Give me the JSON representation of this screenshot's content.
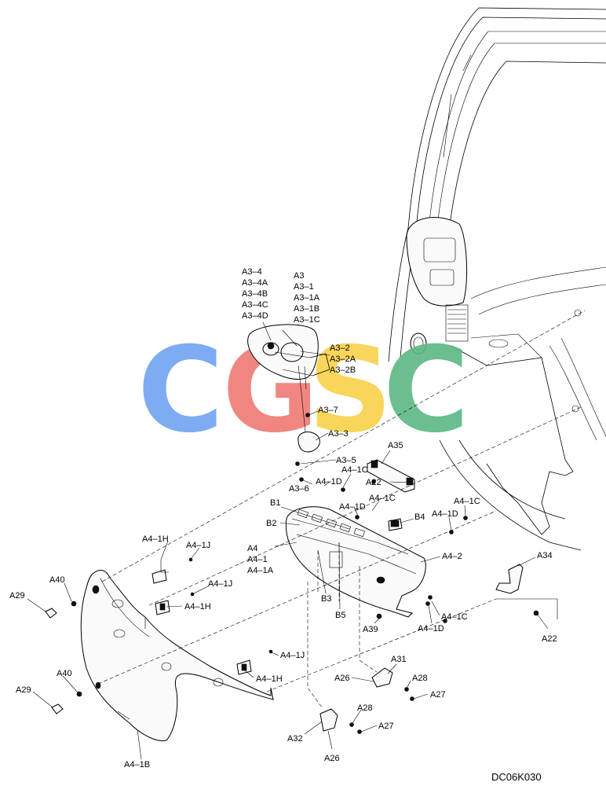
{
  "diagram_code": "DC06K030",
  "watermark": {
    "letters": [
      "C",
      "G",
      "S",
      "C"
    ],
    "colors": [
      "#6fa4f2",
      "#f07a73",
      "#f8d24a",
      "#5bb884"
    ]
  },
  "labels": {
    "A3_4": "A3–4",
    "A3_4A": "A3–4A",
    "A3_4B": "A3–4B",
    "A3_4C": "A3–4C",
    "A3_4D": "A3–4D",
    "A3": "A3",
    "A3_1": "A3–1",
    "A3_1A": "A3–1A",
    "A3_1B": "A3–1B",
    "A3_1C": "A3–1C",
    "A3_2": "A3–2",
    "A3_2A": "A3–2A",
    "A3_2B": "A3–2B",
    "A3_7": "A3–7",
    "A3_3": "A3–3",
    "A3_5": "A3–5",
    "A3_6": "A3–6",
    "A35": "A35",
    "A4_1C_a": "A4–1C",
    "A22_a": "A22",
    "A4_1D_a": "A4–1D",
    "B1": "B1",
    "A4_1D_b": "A4–1D",
    "A4_1C_b": "A4–1C",
    "B2": "B2",
    "B4": "B4",
    "A4_1C_c": "A4–1C",
    "A4_1D_c": "A4–1D",
    "A4_1H_a": "A4–1H",
    "A4_1J_a": "A4–1J",
    "A4": "A4",
    "A4_1": "A4–1",
    "A4_1A": "A4–1A",
    "A4_2": "A4–2",
    "A34": "A34",
    "A40_a": "A40",
    "A29_a": "A29",
    "A4_1J_b": "A4–1J",
    "A4_1H_b": "A4–1H",
    "B3": "B3",
    "B5": "B5",
    "A39": "A39",
    "A4_1C_d": "A4–1C",
    "A4_1D_d": "A4–1D",
    "A22_b": "A22",
    "A4_1J_c": "A4–1J",
    "A4_1H_c": "A4–1H",
    "A31": "A31",
    "A26_a": "A26",
    "A28_a": "A28",
    "A27_a": "A27",
    "A40_b": "A40",
    "A29_b": "A29",
    "A28_b": "A28",
    "A27_b": "A27",
    "A32": "A32",
    "A26_b": "A26",
    "A4_1B": "A4–1B"
  }
}
